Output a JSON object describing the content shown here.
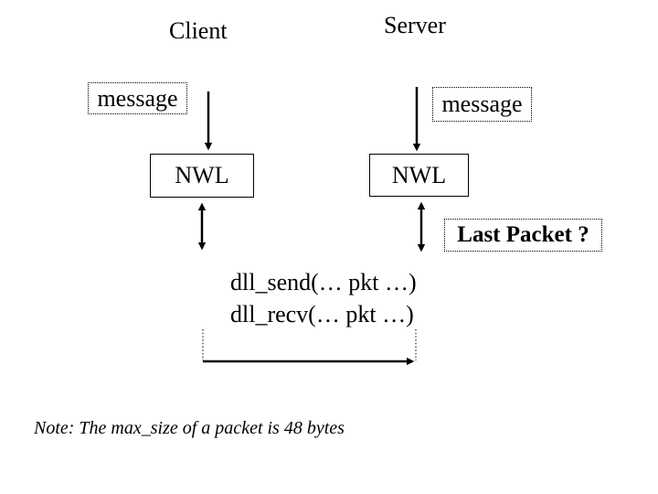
{
  "colors": {
    "ink": "#000000",
    "background": "#ffffff"
  },
  "slide": {
    "client": {
      "title": "Client",
      "message_label": "message",
      "nwl_label": "NWL"
    },
    "server": {
      "title": "Server",
      "message_label": "message",
      "nwl_label": "NWL",
      "last_packet_label": "Last Packet ?"
    },
    "calls": {
      "send": "dll_send(… pkt …)",
      "recv": "dll_recv(… pkt …)"
    },
    "note": "Note: The max_size of a packet is 48 bytes"
  }
}
